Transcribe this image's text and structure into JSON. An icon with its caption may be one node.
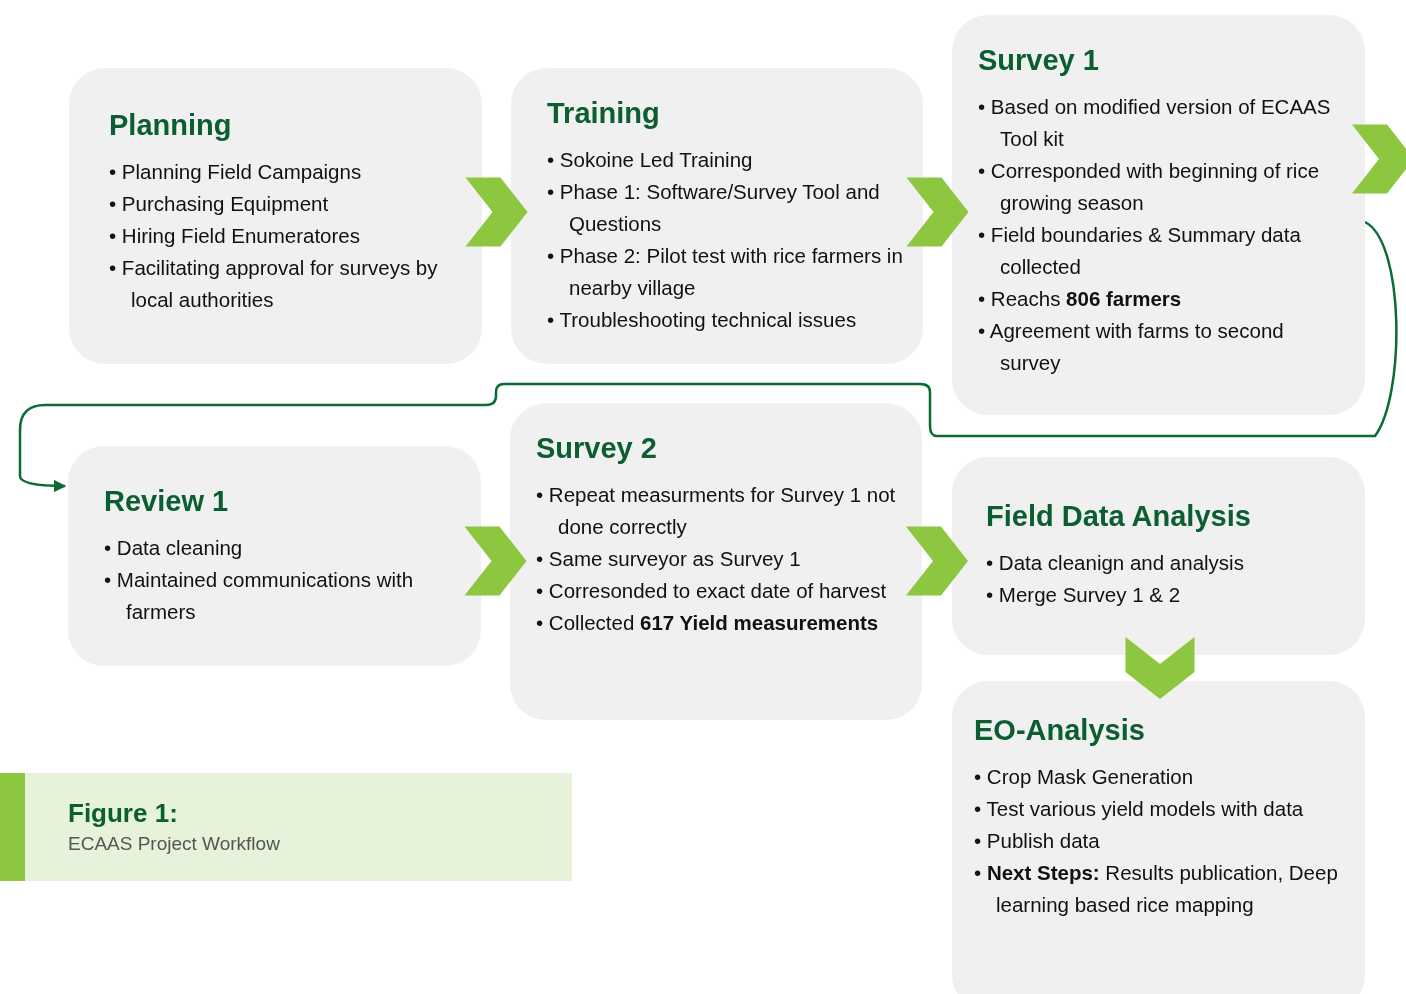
{
  "diagram": {
    "title": "Figure 1:",
    "caption": "ECAAS Project Workflow",
    "nodes": [
      {
        "text": [
          "Planning",
          "• Planning Field Campaigns",
          "• Purchasing Equipment",
          "• Hiring Field Enumeratores",
          "• Facilitating approval for surveys by local authorities"
        ]
      },
      {
        "text": [
          "Training",
          "• Sokoine Led Training",
          "• Phase 1: Software/Survey Tool and Questions",
          "• Phase 2: Pilot test with rice farmers in nearby village",
          "• Troubleshooting technical issues"
        ]
      },
      {
        "text": [
          "Survey 1",
          "• Based on modified version of ECAAS Tool kit",
          "• Corresponded with beginning of rice growing season",
          "• Field boundaries & Summary data collected",
          "• Reachs **806 farmers**",
          "• Agreement with farms to second survey"
        ]
      },
      {
        "text": [
          "Review 1",
          "• Data cleaning",
          "• Maintained communications with farmers"
        ]
      },
      {
        "text": [
          "Survey 2",
          "• Repeat measurments for Survey 1 not done correctly",
          "• Same surveyor as Survey 1",
          "• Corresonded to exact date of harvest",
          "• Collected **617 Yield measurements**"
        ]
      },
      {
        "text": [
          "Field Data Analysis",
          "• Data cleanign and analysis",
          "• Merge Survey 1 & 2"
        ]
      },
      {
        "text": [
          "EO-Analysis",
          "• Crop Mask Generation",
          "• Test various yield models with data",
          "• Publish data",
          "• **Next Steps:** Results publication, Deep learning based rice mapping"
        ]
      }
    ],
    "edges": [
      {
        "from": 0,
        "to": 1,
        "arrow": "to",
        "style": "thick",
        "color": "#8dc63f"
      },
      {
        "from": 1,
        "to": 2,
        "arrow": "to",
        "style": "thick",
        "color": "#8dc63f"
      },
      {
        "from": 2,
        "to": 3,
        "arrow": "to"
      },
      {
        "from": 3,
        "to": 4,
        "arrow": "to",
        "style": "thick",
        "color": "#8dc63f"
      },
      {
        "from": 4,
        "to": 5,
        "arrow": "to",
        "style": "thick",
        "color": "#8dc63f"
      },
      {
        "from": 5,
        "to": 6,
        "arrow": "to",
        "style": "thick",
        "color": "#8dc63f"
      }
    ]
  }
}
